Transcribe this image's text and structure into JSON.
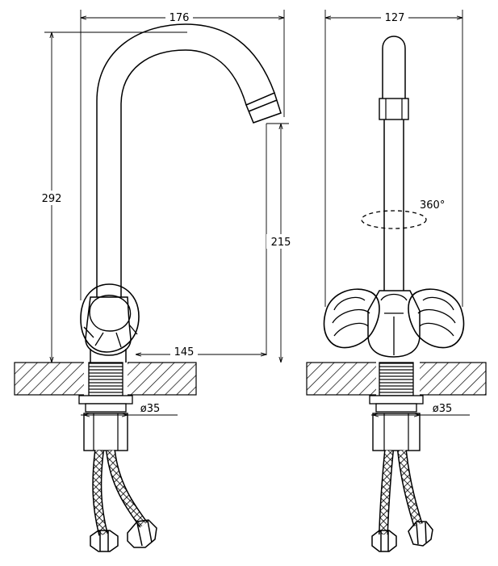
{
  "colors": {
    "line": "#000000",
    "background": "#ffffff",
    "hatch": "#000000"
  },
  "side_view": {
    "width_label": "176",
    "height_label": "292",
    "spout_height_label": "215",
    "reach_label": "145",
    "diameter_label": "ø35"
  },
  "front_view": {
    "width_label": "127",
    "rotation_label": "360°",
    "diameter_label": "ø35"
  }
}
